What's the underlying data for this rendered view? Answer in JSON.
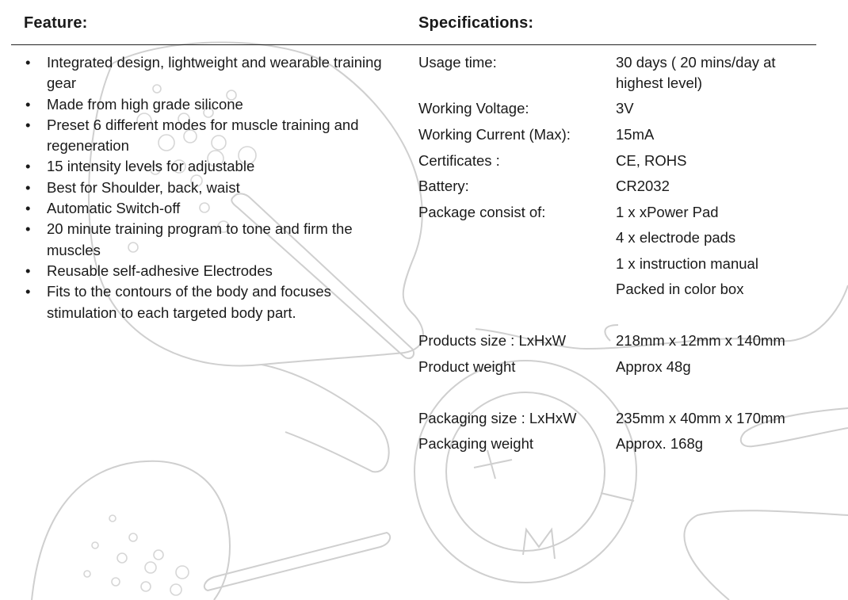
{
  "feature_heading": "Feature:",
  "spec_heading": "Specifications:",
  "features": [
    "Integrated design, lightweight and wearable training gear",
    "Made from high grade silicone",
    "Preset 6  different modes for muscle training and regeneration",
    "15 intensity levels for adjustable",
    "Best for Shoulder, back, waist",
    "Automatic Switch-off",
    "20 minute training program to tone and firm the muscles",
    "Reusable self-adhesive Electrodes",
    "Fits to the contours of the body and focuses stimulation to each targeted body part."
  ],
  "specs": {
    "usage_time": {
      "label": "Usage time:",
      "value": "30 days ( 20 mins/day at highest level)"
    },
    "working_voltage": {
      "label": "Working Voltage:",
      "value": "3V"
    },
    "working_current": {
      "label": "Working Current (Max):",
      "value": "15mA"
    },
    "certificates": {
      "label": "Certificates :",
      "value": "CE, ROHS"
    },
    "battery": {
      "label": "Battery:",
      "value": "CR2032"
    },
    "package": {
      "label": "Package consist of:",
      "values": [
        "1 x xPower Pad",
        "4 x electrode pads",
        "1 x instruction manual",
        "Packed in color box"
      ]
    },
    "product_size": {
      "label": "Products size : LxHxW",
      "value": "218mm x 12mm x 140mm"
    },
    "product_weight": {
      "label": "Product weight",
      "value": "Approx 48g"
    },
    "packaging_size": {
      "label": "Packaging size : LxHxW",
      "value": "235mm x 40mm x 170mm"
    },
    "packaging_weight": {
      "label": "Packaging weight",
      "value": "Approx. 168g"
    }
  }
}
